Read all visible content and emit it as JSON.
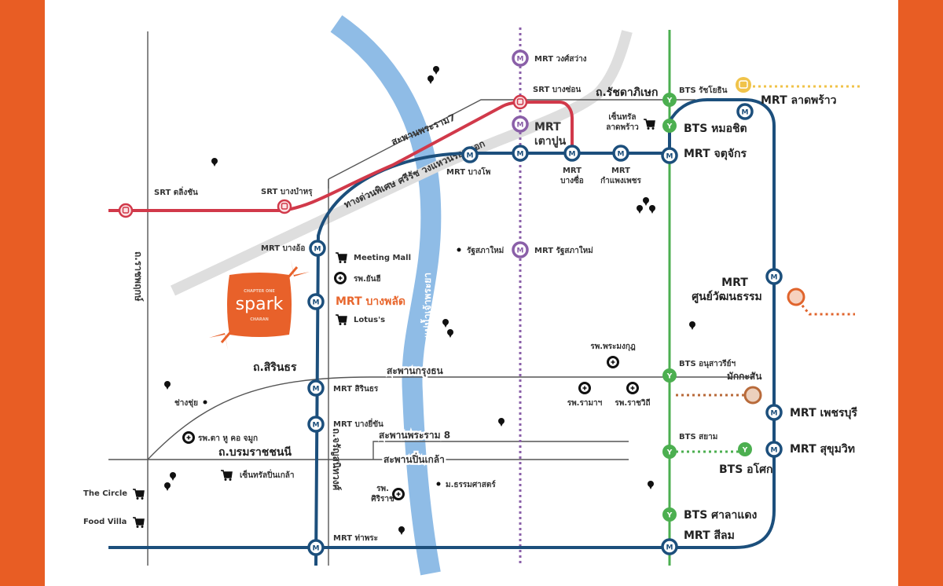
{
  "map": {
    "colors": {
      "frame": "#e85d24",
      "mrt_blue": "#1c4f7c",
      "mrt_purple": "#8a5fa8",
      "srt_red": "#d1394a",
      "bts_green": "#4caf50",
      "river": "#8fbce6",
      "highway_gray": "#dedede",
      "yellow_line": "#f0c34a",
      "orange_line": "#e0642c",
      "brown_line": "#b86a3a",
      "project": "#e8612a"
    },
    "project": {
      "top_text": "CHAPTER ONE",
      "name": "spark",
      "bottom_text": "CHARAN"
    },
    "river_label": "แม่น้ำเจ้าพระยา",
    "roads": {
      "ratchadaphisek": "ถ.รัชดาภิเษก",
      "sirindhorn": "ถ.สิรินธร",
      "borommaratchachonnani": "ถ.บรมราชชนนี",
      "ratchaphruek": "ถ.ราชพฤกษ์",
      "charansanitwong": "ถ.จรัญสนิทวงศ์",
      "rama7_bridge": "สะพานพระราม7",
      "krungthon_bridge": "สะพานกรุงธน",
      "rama8_bridge": "สะพานพระราม 8",
      "pinklao_bridge": "สะพานปิ่นเกล้า",
      "expressway": "ทางด่วนพิเศษ ศรีรัช วงแหวนรอบนอก"
    },
    "stations": {
      "srt_taling_chan": "SRT ตลิ่งชัน",
      "srt_bang_bamru": "SRT บางบำหรุ",
      "srt_bang_son": "SRT บางซ่อน",
      "mrt_wong_sawang": "MRT วงศ์สว่าง",
      "mrt_tao_poon_1": "MRT",
      "mrt_tao_poon_2": "เตาปูน",
      "mrt_bang_pho": "MRT บางโพ",
      "mrt_bang_sue_1": "MRT",
      "mrt_bang_sue_2": "บางซื่อ",
      "mrt_kamphaeng_phet_1": "MRT",
      "mrt_kamphaeng_phet_2": "กำแพงเพชร",
      "mrt_chatuchak": "MRT จตุจักร",
      "bts_ha_yaek": "BTS รัชโยธิน",
      "bts_mo_chit": "BTS หมอชิต",
      "mrt_lat_phrao": "MRT ลาดพร้าว",
      "mrt_bang_o": "MRT บางอ้อ",
      "mrt_bang_phlat": "MRT บางพลัด",
      "mrt_ratchasapha_1": "รัฐสภาใหม่",
      "mrt_ratchasapha_2": "MRT รัฐสภาใหม่",
      "mrt_cultural_center_1": "MRT",
      "mrt_cultural_center_2": "ศูนย์วัฒนธรรม",
      "bts_victory": "BTS อนุสาวรีย์ฯ",
      "makkasan": "มักกะสัน",
      "mrt_phetchaburi": "MRT เพชรบุรี",
      "bts_siam": "BTS สยาม",
      "mrt_sukhumvit": "MRT สุขุมวิท",
      "bts_asok": "BTS อโศก",
      "bts_sala_daeng": "BTS ศาลาแดง",
      "mrt_silom": "MRT สีลม",
      "mrt_sirindhorn": "MRT สิรินธร",
      "mrt_bang_yi_khan": "MRT บางยี่ขัน",
      "mrt_tha_phra": "MRT ท่าพระ"
    },
    "places": {
      "central_ladprao_1": "เซ็นทรัล",
      "central_ladprao_2": "ลาดพร้าว",
      "meeting_mall": "Meeting Mall",
      "yanhee": "รพ.ยันฮี",
      "lotus": "Lotus's",
      "phramongkut": "รพ.พระมงกุฎ",
      "ramathibodi": "รพ.รามาฯ",
      "rajavithi": "รพ.ราชวิถี",
      "chang_chui": "ช่างชุ่ย",
      "ent_hospital": "รพ.ตา หู คอ จมูก",
      "central_pinklao": "เซ็นทรัลปิ่นเกล้า",
      "the_circle": "The Circle",
      "food_villa": "Food Villa",
      "siriraj_1": "รพ.",
      "siriraj_2": "ศิริราช",
      "thammasat": "ม.ธรรมศาสตร์"
    }
  }
}
